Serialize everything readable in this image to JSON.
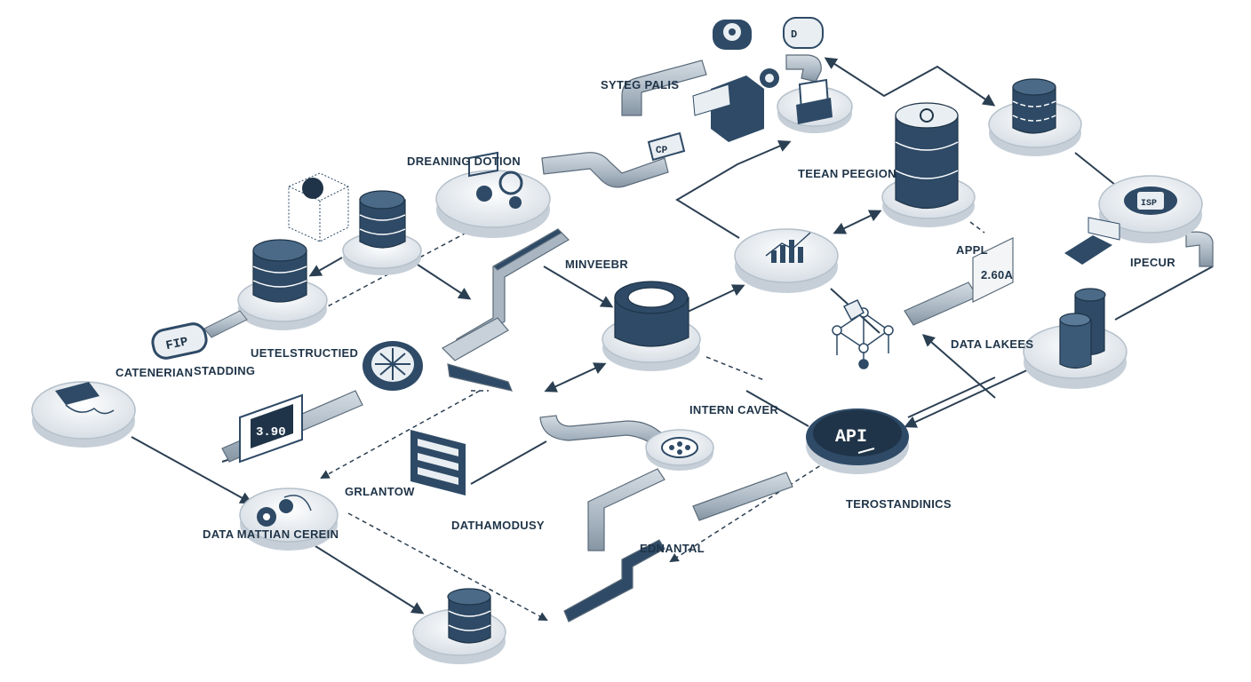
{
  "diagram": {
    "labels": {
      "sync_pails": "SYTEG PALIS",
      "dreaming_option": "DREANING DOTION",
      "team_region": "TEEAN PEEGION",
      "caterian": "CATENERIAN",
      "standing": "STADDING",
      "untel_structured": "UETELSTRUCTIED",
      "minster": "MINVEEBR",
      "apl": "APPL",
      "value_2604": "2.60A",
      "data_lakes": "DATA LAKEES",
      "ipcur": "IPECUR",
      "intern_caver": "INTERN CAVER",
      "gelanton": "GRLANTOW",
      "data_mattian": "DATA MATTIAN CEREIN",
      "dathamodusy": "DATHAMODUSY",
      "ednantal": "EDNANTAL",
      "tend_standings": "TEROSTANDINICS"
    },
    "screen_value": "3.90",
    "api_badge": "API",
    "cable_chip": "CP",
    "hub_chip": "ISP",
    "standing_chip": "FIP"
  },
  "colors": {
    "navy": "#2e4a66",
    "navy_dark": "#1f3448",
    "pipe": "#a9b6c2",
    "disc": "#e4e9ee",
    "line": "#2b3f52"
  }
}
